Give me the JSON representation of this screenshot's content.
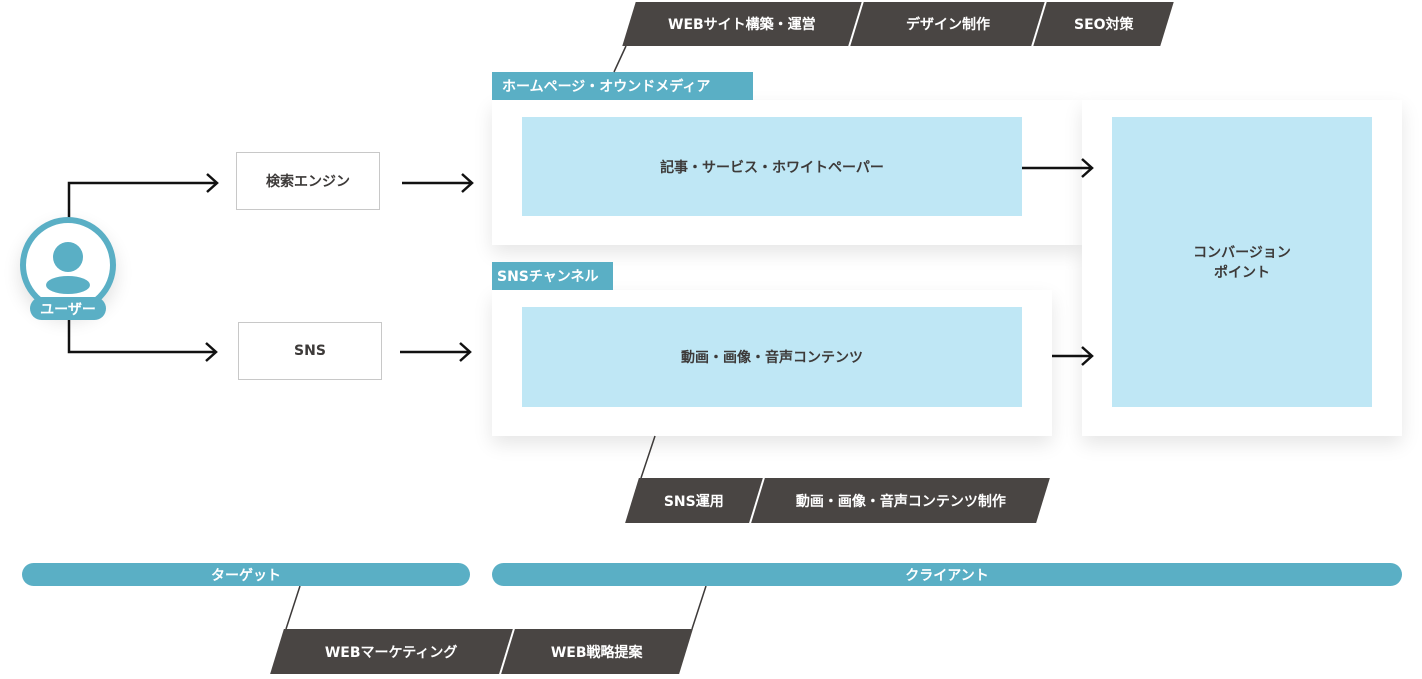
{
  "user": {
    "label": "ユーザー",
    "icon": "user-icon"
  },
  "channels": {
    "search": "検索エンジン",
    "sns": "SNS"
  },
  "homepage": {
    "label": "ホームページ・オウンドメディア",
    "content": "記事・サービス・ホワイトペーパー",
    "services": [
      "WEBサイト構築・運営",
      "デザイン制作",
      "SEO対策"
    ]
  },
  "sns_channel": {
    "label": "SNSチャンネル",
    "content": "動画・画像・音声コンテンツ",
    "services": [
      "SNS運用",
      "動画・画像・音声コンテンツ制作"
    ]
  },
  "conversion": {
    "line1": "コンバージョン",
    "line2": "ポイント"
  },
  "bars": {
    "target": "ターゲット",
    "client": "クライアント"
  },
  "strategy": {
    "services": [
      "WEBマーケティング",
      "WEB戦略提案"
    ]
  },
  "colors": {
    "accent": "#5aafc5",
    "content_bg": "#bfe7f5",
    "banner": "#494543"
  }
}
